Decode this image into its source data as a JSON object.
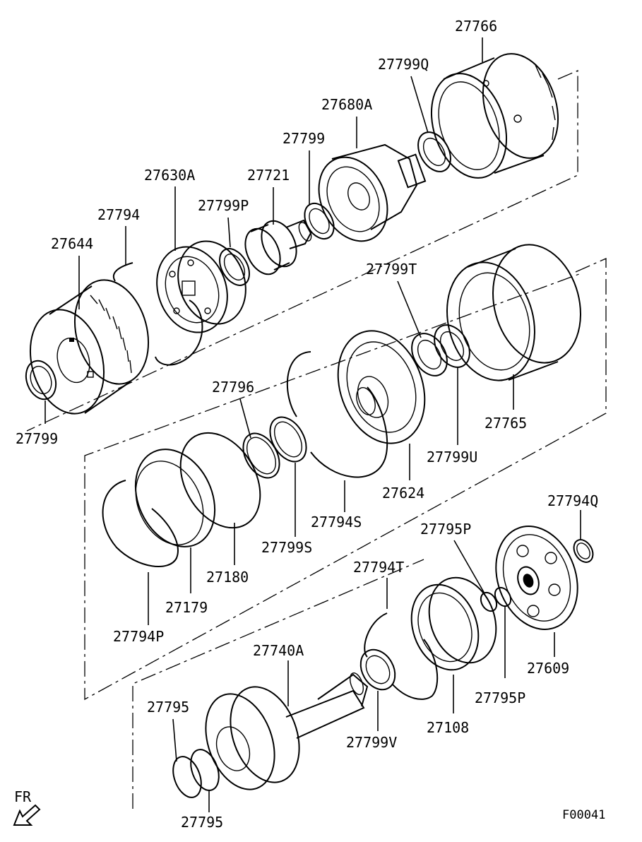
{
  "diagram": {
    "labels": {
      "p27766": "27766",
      "p27799Q": "27799Q",
      "p27680A": "27680A",
      "p27799_top": "27799",
      "p27630A": "27630A",
      "p27721": "27721",
      "p27799P": "27799P",
      "p27794": "27794",
      "p27644": "27644",
      "p27799_left": "27799",
      "p27799T": "27799T",
      "p27765": "27765",
      "p27799U": "27799U",
      "p27796": "27796",
      "p27624": "27624",
      "p27794S": "27794S",
      "p27799S": "27799S",
      "p27180": "27180",
      "p27179": "27179",
      "p27794P": "27794P",
      "p27794Q": "27794Q",
      "p27795P_top": "27795P",
      "p27794T": "27794T",
      "p27740A": "27740A",
      "p27609": "27609",
      "p27795P_bot": "27795P",
      "p27108": "27108",
      "p27799V": "27799V",
      "p27795_top": "27795",
      "p27795_bot": "27795"
    },
    "direction_label": "FR",
    "figure_code": "F00041"
  }
}
